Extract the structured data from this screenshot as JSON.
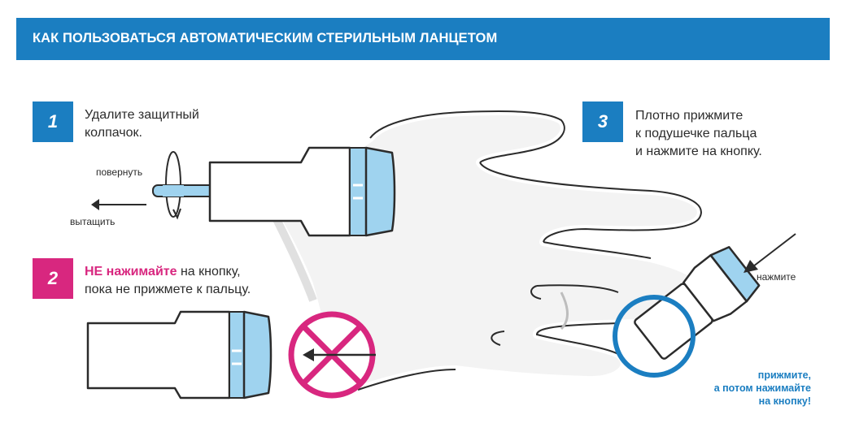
{
  "header": {
    "title": "КАК ПОЛЬЗОВАТЬСЯ АВТОМАТИЧЕСКИМ СТЕРИЛЬНЫМ ЛАНЦЕТОМ"
  },
  "steps": [
    {
      "number": "1",
      "lines": [
        "Удалите защитный",
        "колпачок."
      ]
    },
    {
      "number": "2",
      "emphasis": "НЕ нажимайте",
      "line1_rest": " на кнопку,",
      "line2": "пока не прижмете к пальцу."
    },
    {
      "number": "3",
      "lines": [
        "Плотно прижмите",
        "к подушечке пальца",
        "и нажмите на кнопку."
      ]
    }
  ],
  "labels": {
    "rotate": "повернуть",
    "pull": "вытащить",
    "press": "нажмите"
  },
  "note": {
    "lines": [
      "прижмите,",
      "а потом нажимайте",
      "на кнопку!"
    ]
  },
  "colors": {
    "brand_blue": "#1b7ec1",
    "accent_pink": "#d8277f",
    "lancet_cap_blue": "#9fd3ef",
    "x_mark_pink": "#d8277f",
    "hand_fill": "#f2f2f2"
  },
  "icons": [
    "rotate-arrow-icon",
    "pull-arrow-icon",
    "press-arrow-icon",
    "prohibited-icon"
  ]
}
